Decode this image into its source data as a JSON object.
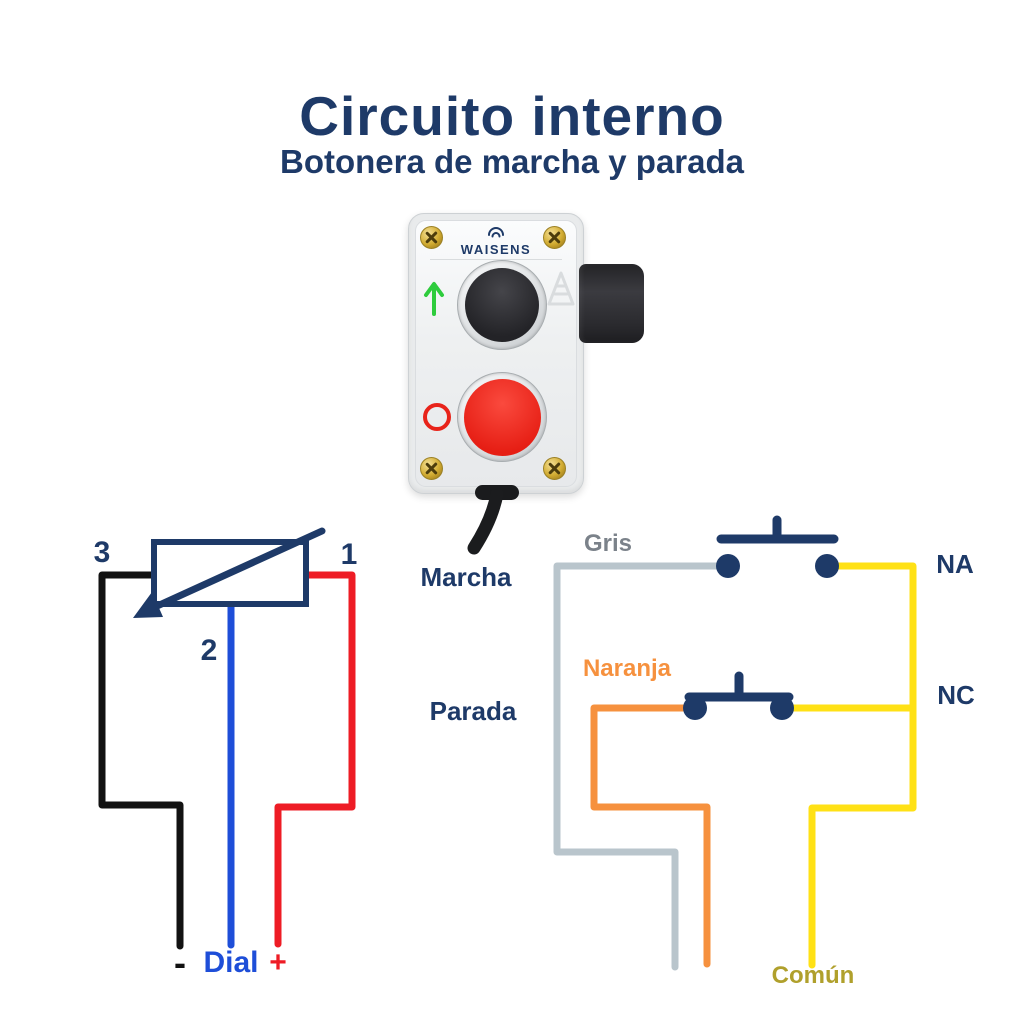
{
  "header": {
    "title": "Circuito interno",
    "subtitle": "Botonera de marcha y parada"
  },
  "device": {
    "brand": "WAISENS",
    "start_icon": "green-up-arrow",
    "stop_icon": "red-circle-outline"
  },
  "potentiometer_diagram": {
    "terminal_3": "3",
    "terminal_2": "2",
    "terminal_1": "1",
    "minus_label": "-",
    "dial_label": "Dial",
    "plus_label": "+"
  },
  "switch_diagram": {
    "marcha_label": "Marcha",
    "parada_label": "Parada",
    "gris_label": "Gris",
    "naranja_label": "Naranja",
    "na_label": "NA",
    "nc_label": "NC",
    "comun_label": "Común"
  },
  "colors": {
    "navy": "#1e3a68",
    "black_wire": "#121212",
    "blue_wire": "#1e4ed8",
    "red_wire": "#ee1c25",
    "grey_wire": "#b9c5cc",
    "grey_text": "#7b828a",
    "orange_wire": "#f6913e",
    "yellow_wire": "#ffe115",
    "olive_text": "#b0a02c",
    "green_icon": "#2ecc3d",
    "red_icon": "#e8231a"
  }
}
